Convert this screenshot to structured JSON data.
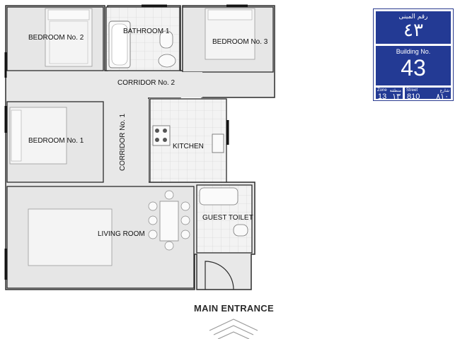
{
  "plan": {
    "rooms": {
      "bedroom2": "BEDROOM No. 2",
      "bathroom1": "BATHROOM 1",
      "bedroom3": "BEDROOM No. 3",
      "corridor2": "CORRIDOR No. 2",
      "bedroom1": "BEDROOM No. 1",
      "corridor1": "CORRIDOR No. 1",
      "kitchen": "KITCHEN",
      "living": "LIVING ROOM",
      "guest_toilet": "GUEST TOILET"
    },
    "main_entrance": "MAIN ENTRANCE"
  },
  "plate": {
    "building_no_ar_label": "رقم المبنى",
    "building_no_ar": "٤٣",
    "building_no_label": "Building No.",
    "building_no": "43",
    "zone_label": "Zone",
    "zone_ar_label": "منطقة",
    "zone": "13",
    "zone_ar": "١٣",
    "street_label": "Street",
    "street_ar_label": "شارع",
    "street": "810",
    "street_ar": "٨١٠"
  },
  "colors": {
    "room_fill": "#e6e6e6",
    "wall": "#2b2b2b",
    "plate_blue": "#233a94"
  }
}
